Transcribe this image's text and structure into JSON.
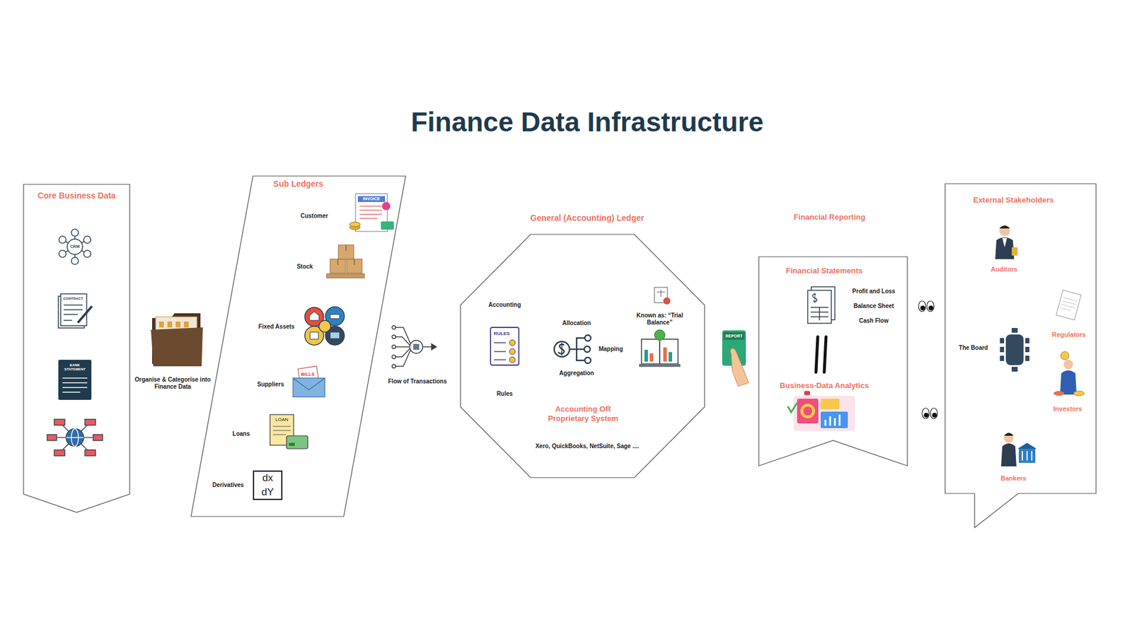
{
  "diagram": {
    "title": "Finance Data Infrastructure",
    "nodes": [
      {
        "text": [
          "Core Business Data"
        ]
      },
      {
        "text": [
          "Sub Ledgers",
          "Customer",
          "Stock",
          "Fixed Assets",
          "Suppliers",
          "Loans",
          "Derivatives"
        ]
      },
      {
        "text": [
          "General (Accounting) Ledger",
          "Accounting",
          "Allocation",
          "Mapping",
          "Aggregation",
          "Known as: “Trial Balance”",
          "Rules",
          "Accounting OR Proprietary System",
          "Xero, QuickBooks, NetSuite, Sage ...."
        ]
      },
      {
        "text": [
          "Financial Reporting",
          "Financial Statements",
          "Profit and Loss",
          "Balance Sheet",
          "Cash Flow",
          "Business-Data Analytics"
        ]
      },
      {
        "text": [
          "External Stakeholders",
          "Auditors",
          "Regulators",
          "The Board",
          "Investors",
          "Bankers"
        ]
      }
    ],
    "labels": [
      "Organise & Categorise into Finance Data",
      "Flow of Transactions",
      "CRM",
      "CONTRACT",
      "BANK STATEMENT",
      "INVOICE",
      "BILLS",
      "LOAN",
      "dx",
      "dY",
      "RULES",
      "REPORT"
    ]
  }
}
